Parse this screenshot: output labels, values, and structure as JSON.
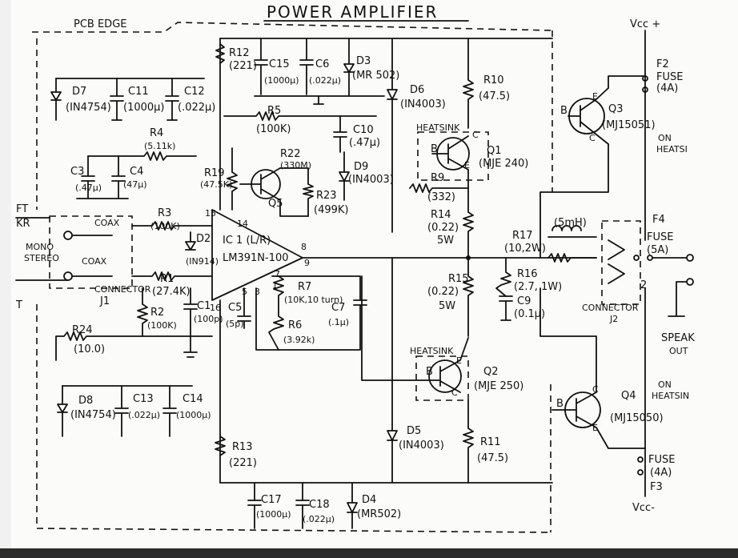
{
  "title": "POWER AMPLIFIER",
  "pcb_edge": "PCB EDGE",
  "vcc_pos": "Vcc +",
  "vcc_neg": "Vcc-",
  "components": {
    "r12": {
      "ref": "R12",
      "val": "(221)"
    },
    "c15": {
      "ref": "C15",
      "val": "(1000µ)"
    },
    "c6": {
      "ref": "C6",
      "val": "(.022µ)"
    },
    "d3": {
      "ref": "D3",
      "val": "(MR 502)"
    },
    "d7": {
      "ref": "D7",
      "val": "(IN4754)"
    },
    "c11": {
      "ref": "C11",
      "val": "(1000µ)"
    },
    "c12": {
      "ref": "C12",
      "val": "(.022µ)"
    },
    "r5": {
      "ref": "R5",
      "val": "(100K)"
    },
    "c10": {
      "ref": "C10",
      "val": "(.47µ)"
    },
    "d6": {
      "ref": "D6",
      "val": "(IN4003)"
    },
    "r10": {
      "ref": "R10",
      "val": "(47.5)"
    },
    "q3": {
      "ref": "Q3",
      "val": "(MJ15051)"
    },
    "r4": {
      "ref": "R4",
      "val": "(5.11k)"
    },
    "r22": {
      "ref": "R22",
      "val": "(330M)"
    },
    "d9": {
      "ref": "D9",
      "val": "(IN4003)"
    },
    "q1": {
      "ref": "Q1",
      "val": "(MJE 240)"
    },
    "c3": {
      "ref": "C3",
      "val": "(.47µ)"
    },
    "c4": {
      "ref": "C4",
      "val": "(47µ)"
    },
    "r19": {
      "ref": "R19",
      "val": "(47.5K)"
    },
    "q5": {
      "ref": "Q5",
      "val": ""
    },
    "r23": {
      "ref": "R23",
      "val": "(499K)"
    },
    "r9": {
      "ref": "R9",
      "val": "(332)"
    },
    "r3": {
      "ref": "R3",
      "val": "(100K)"
    },
    "r14": {
      "ref": "R14",
      "val": "(0.22)"
    },
    "r14_w": "5W",
    "r17": {
      "ref": "R17",
      "val": "(10,2W)"
    },
    "l1": "(5mH)",
    "d2": {
      "ref": "D2",
      "val": "(IN914)"
    },
    "ic1_a": "IC 1 (L/R)",
    "ic1_b": "LM391N-100",
    "r1": {
      "ref": "R1",
      "val": "(27.4K)"
    },
    "r7": {
      "ref": "R7",
      "val": "(10K,10 turn)"
    },
    "r15": {
      "ref": "R15",
      "val": "(0.22)"
    },
    "r15_w": "5W",
    "r16": {
      "ref": "R16",
      "val": "(2.7, 1W)"
    },
    "c9": {
      "ref": "C9",
      "val": "(0.1µ)"
    },
    "r2": {
      "ref": "R2",
      "val": "(100K)"
    },
    "c1": {
      "ref": "C1",
      "val": "(100p)"
    },
    "c5": {
      "ref": "C5",
      "val": "(5p)"
    },
    "c7": {
      "ref": "C7",
      "val": "(.1µ)"
    },
    "r6": {
      "ref": "R6",
      "val": "(3.92k)"
    },
    "r24": {
      "ref": "R24",
      "val": "(10.0)"
    },
    "q2": {
      "ref": "Q2",
      "val": "(MJE 250)"
    },
    "d8": {
      "ref": "D8",
      "val": "(IN4754)"
    },
    "c13": {
      "ref": "C13",
      "val": "(.022µ)"
    },
    "c14": {
      "ref": "C14",
      "val": "(1000µ)"
    },
    "d5": {
      "ref": "D5",
      "val": "(IN4003)"
    },
    "r11": {
      "ref": "R11",
      "val": "(47.5)"
    },
    "q4": {
      "ref": "Q4",
      "val": "(MJ15050)"
    },
    "r13": {
      "ref": "R13",
      "val": "(221)"
    },
    "c17": {
      "ref": "C17",
      "val": "(1000µ)"
    },
    "c18": {
      "ref": "C18",
      "val": "(.022µ)"
    },
    "d4": {
      "ref": "D4",
      "val": "(MR502)"
    }
  },
  "fuses": {
    "f2": "F2",
    "f2_lbl": "FUSE",
    "f2_val": "(4A)",
    "f4": "F4",
    "f4_lbl": "FUSE",
    "f4_val": "(5A)",
    "f3": "F3",
    "f3_lbl": "FUSE",
    "f3_val": "(4A)"
  },
  "misc": {
    "heatsink_q1": "HEATSINK",
    "heatsink_q2": "HEATSINK",
    "on_heatsink_1a": "ON",
    "on_heatsink_1b": "HEATSI",
    "on_heatsink_2a": "ON",
    "on_heatsink_2b": "HEATSIN",
    "coax1": "COAX",
    "coax2": "COAX",
    "mono": "MONO",
    "stereo": "STEREO",
    "connector_j1a": "CONNECTOR",
    "connector_j1b": "J1",
    "connector_j2a": "CONNECTOR",
    "connector_j2b": "J2",
    "speaker_a": "SPEAK",
    "speaker_b": "OUT",
    "edge_ft": "FT",
    "edge_kr": "KR",
    "edge_t": "T"
  },
  "pins": {
    "p14": "14",
    "p15": "15",
    "p16": "16",
    "p8": "8",
    "p9": "9",
    "p5": "5",
    "p3": "3",
    "p7": "7",
    "p1": "1",
    "p2": "2"
  },
  "transistor_pins": {
    "b": "B",
    "e": "E",
    "c": "C"
  }
}
